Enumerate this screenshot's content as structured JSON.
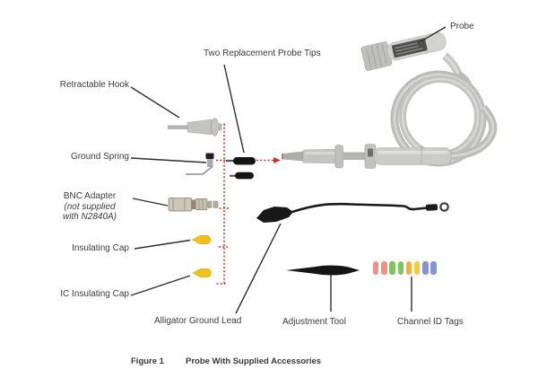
{
  "labels": {
    "probe": "Probe",
    "two_replacement_probe_tips": "Two Replacement Probe Tips",
    "retractable_hook": "Retractable Hook",
    "ground_spring": "Ground Spring",
    "bnc_adapter": "BNC Adapter",
    "bnc_note_1": "(not supplied",
    "bnc_note_2": "with N2840A)",
    "insulating_cap": "Insulating Cap",
    "ic_insulating_cap": "IC Insulating Cap",
    "alligator_ground_lead": "Alligator Ground Lead",
    "adjustment_tool": "Adjustment Tool",
    "channel_id_tags": "Channel ID Tags"
  },
  "caption": {
    "label": "Figure 1",
    "text": "Probe With Supplied Accessories"
  },
  "colors": {
    "callout_red": "#cf2e20",
    "cap_yellow": "#f2c01e",
    "probe_gray": "#c6c6c4",
    "lead_black": "#1a1a1a"
  },
  "channel_tags": {
    "count": 8,
    "colors": [
      "#ef9087",
      "#ef9087",
      "#7ec45f",
      "#7ec45f",
      "#f2b03a",
      "#f5c83e",
      "#8492da",
      "#8492da"
    ]
  }
}
